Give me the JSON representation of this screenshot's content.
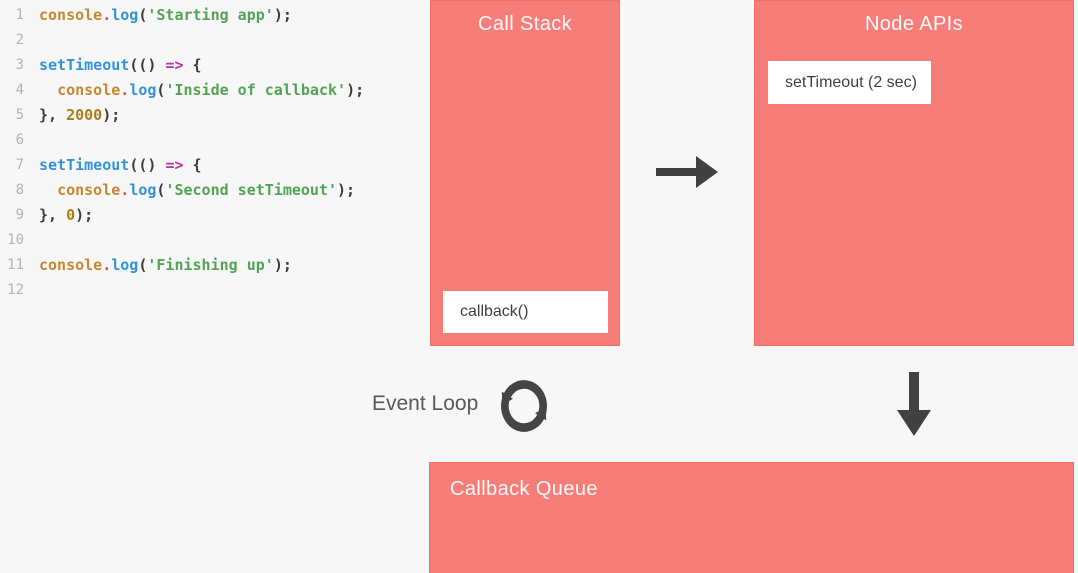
{
  "code_editor": {
    "lines": [
      {
        "num": "1",
        "tokens": [
          [
            "console",
            "prop"
          ],
          [
            ".",
            "dot"
          ],
          [
            "log",
            "fn"
          ],
          [
            "(",
            "pun"
          ],
          [
            "'Starting app'",
            "str"
          ],
          [
            ");",
            "pun"
          ]
        ]
      },
      {
        "num": "2",
        "tokens": []
      },
      {
        "num": "3",
        "tokens": [
          [
            "setTimeout",
            "fn"
          ],
          [
            "(() ",
            "pun"
          ],
          [
            "=>",
            "arrow"
          ],
          [
            " {",
            "pun"
          ]
        ]
      },
      {
        "num": "4",
        "tokens": [
          [
            "  ",
            "pun"
          ],
          [
            "console",
            "prop"
          ],
          [
            ".",
            "dot"
          ],
          [
            "log",
            "fn"
          ],
          [
            "(",
            "pun"
          ],
          [
            "'Inside of callback'",
            "str"
          ],
          [
            ");",
            "pun"
          ]
        ]
      },
      {
        "num": "5",
        "tokens": [
          [
            "}, ",
            "pun"
          ],
          [
            "2000",
            "num"
          ],
          [
            ");",
            "pun"
          ]
        ]
      },
      {
        "num": "6",
        "tokens": []
      },
      {
        "num": "7",
        "tokens": [
          [
            "setTimeout",
            "fn"
          ],
          [
            "(() ",
            "pun"
          ],
          [
            "=>",
            "arrow"
          ],
          [
            " {",
            "pun"
          ]
        ]
      },
      {
        "num": "8",
        "tokens": [
          [
            "  ",
            "pun"
          ],
          [
            "console",
            "prop"
          ],
          [
            ".",
            "dot"
          ],
          [
            "log",
            "fn"
          ],
          [
            "(",
            "pun"
          ],
          [
            "'Second setTimeout'",
            "str"
          ],
          [
            ");",
            "pun"
          ]
        ]
      },
      {
        "num": "9",
        "tokens": [
          [
            "}, ",
            "pun"
          ],
          [
            "0",
            "num"
          ],
          [
            ");",
            "pun"
          ]
        ]
      },
      {
        "num": "10",
        "tokens": []
      },
      {
        "num": "11",
        "tokens": [
          [
            "console",
            "prop"
          ],
          [
            ".",
            "dot"
          ],
          [
            "log",
            "fn"
          ],
          [
            "(",
            "pun"
          ],
          [
            "'Finishing up'",
            "str"
          ],
          [
            ");",
            "pun"
          ]
        ]
      },
      {
        "num": "12",
        "tokens": []
      }
    ]
  },
  "diagram": {
    "call_stack": {
      "title": "Call Stack",
      "item": "callback()"
    },
    "node_apis": {
      "title": "Node APIs",
      "item": "setTimeout (2 sec)"
    },
    "callback_queue": {
      "title": "Callback Queue"
    },
    "event_loop": {
      "label": "Event Loop"
    }
  },
  "colors": {
    "background": "#f7f7f7",
    "box_fill": "#f77d78",
    "box_border": "#ee6f69",
    "box_title_text": "#ffffff",
    "item_box_fill": "#ffffff",
    "item_text": "#3e3e3e",
    "arrow": "#414141",
    "event_loop_text": "#595959",
    "gutter_text": "#b3b3b3",
    "code_console": "#c8872f",
    "code_dot": "#e05038",
    "code_function": "#3293d6",
    "code_string": "#52a355",
    "code_number": "#a97e15",
    "code_fat_arrow": "#b434ab",
    "code_punctuation": "#3b3b3b"
  }
}
